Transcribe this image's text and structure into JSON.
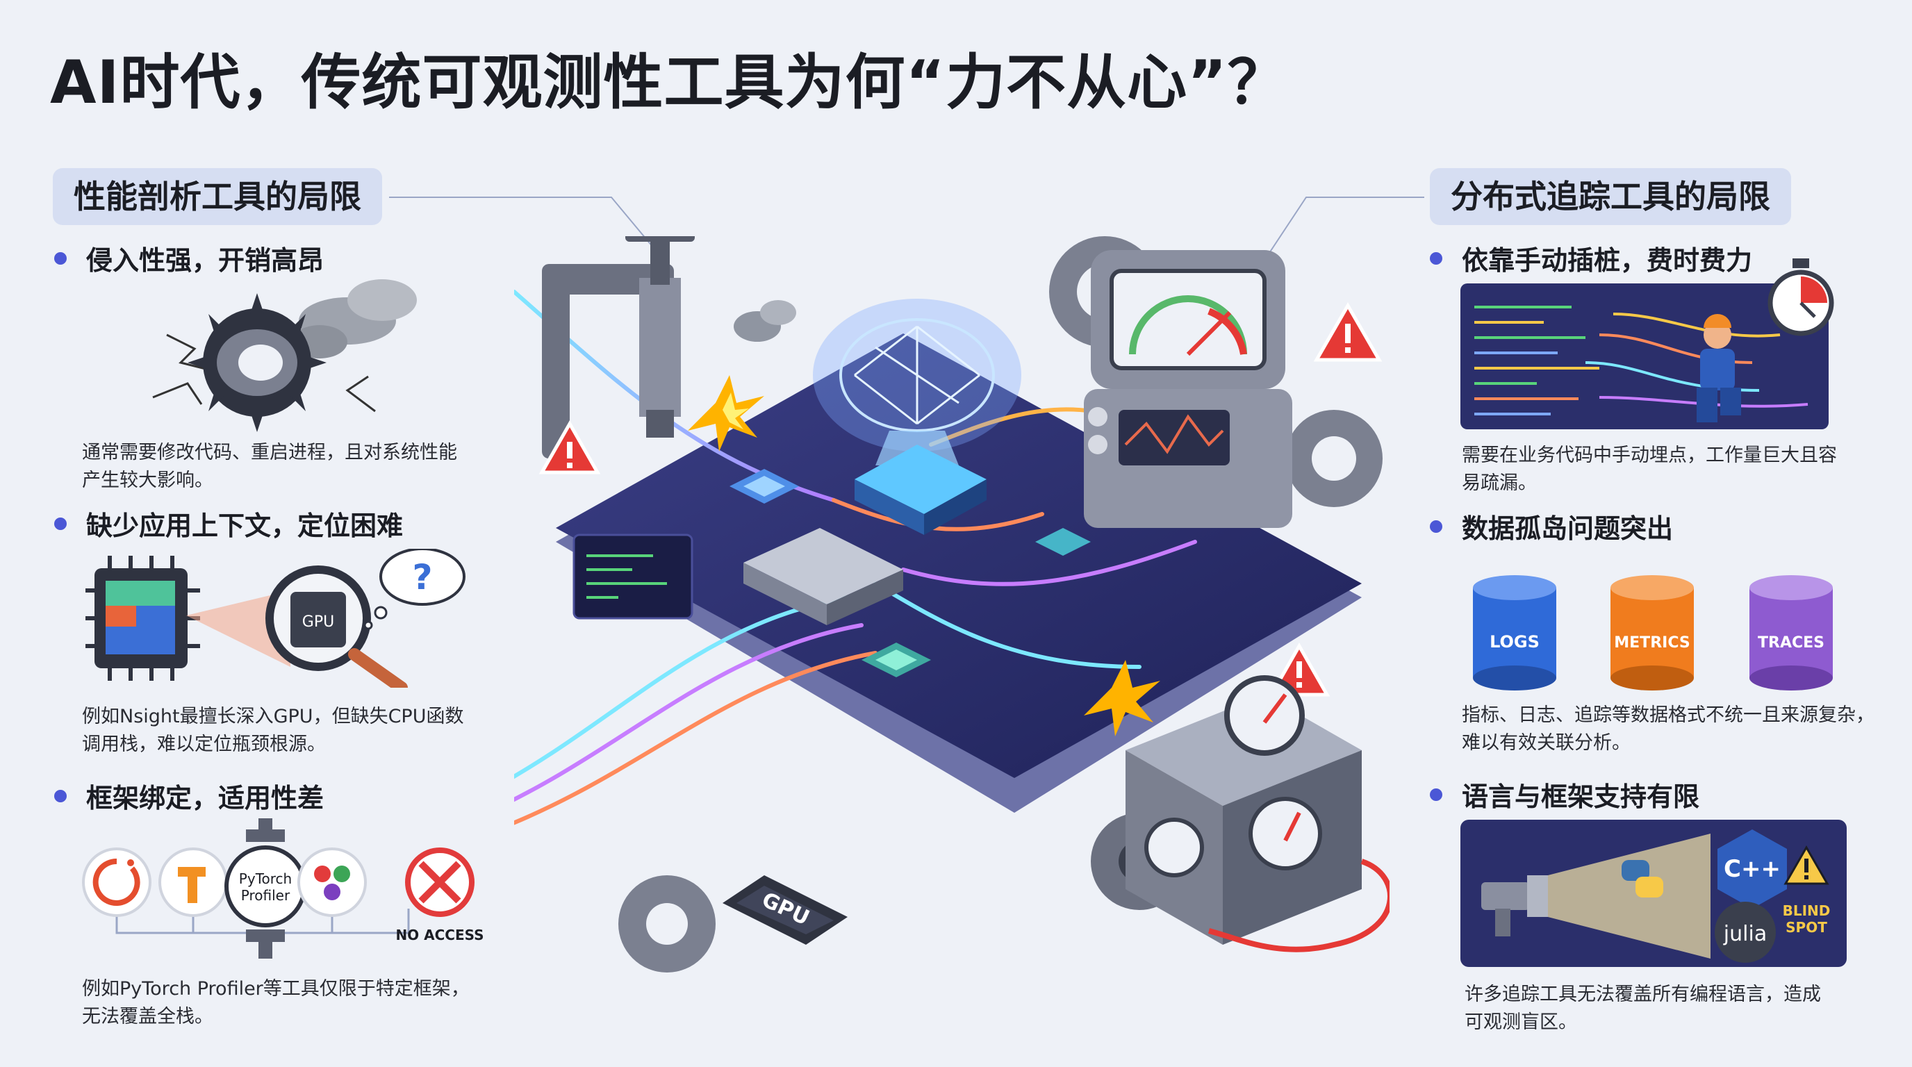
{
  "title": "AI时代，传统可观测性工具为何“力不从心”？",
  "left": {
    "heading": "性能剖析工具的局限",
    "items": [
      {
        "title": "侵入性强，开销高昂",
        "desc": "通常需要修改代码、重启进程，且对系统性能\n产生较大影响。"
      },
      {
        "title": "缺少应用上下文，定位困难",
        "desc": "例如Nsight最擅长深入GPU，但缺失CPU函数\n调用栈，难以定位瓶颈根源。"
      },
      {
        "title": "框架绑定，适用性差",
        "desc": "例如PyTorch Profiler等工具仅限于特定框架，\n无法覆盖全栈。"
      }
    ],
    "labels": {
      "gpu_chip": "GPU",
      "question": "?",
      "profiler_line1": "PyTorch",
      "profiler_line2": "Profiler",
      "no_access": "NO ACCESS"
    }
  },
  "right": {
    "heading": "分布式追踪工具的局限",
    "items": [
      {
        "title": "依靠手动插桩，费时费力",
        "desc": "需要在业务代码中手动埋点，工作量巨大且容\n易疏漏。"
      },
      {
        "title": "数据孤岛问题突出",
        "desc": "指标、日志、追踪等数据格式不统一且来源复杂，\n难以有效关联分析。"
      },
      {
        "title": "语言与框架支持有限",
        "desc": "许多追踪工具无法覆盖所有编程语言，造成\n可观测盲区。"
      }
    ],
    "labels": {
      "logs": "LOGS",
      "metrics": "METRICS",
      "traces": "TRACES",
      "cpp": "C++",
      "julia": "julia",
      "blind_line1": "BLIND",
      "blind_line2": "SPOT"
    }
  },
  "center": {
    "gpu_label": "GPU"
  },
  "colors": {
    "accent": "#4b57d6",
    "pill": "#d6def2",
    "board": "#2b2f6b",
    "warning": "#e53935",
    "logs": "#2f6ad8",
    "metrics": "#f07c1e",
    "traces": "#8e5bd0"
  }
}
